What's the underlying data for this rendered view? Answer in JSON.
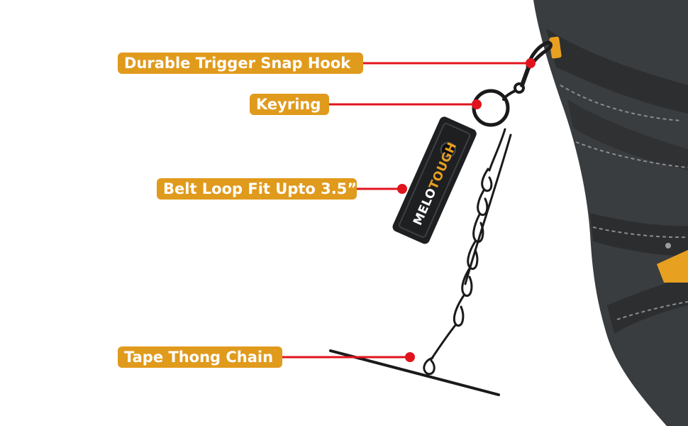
{
  "colors": {
    "label_bg": "#e09a1c",
    "leader_line": "#e0141d",
    "bag_fabric": "#3a3d3f",
    "bag_trim": "#e8a020",
    "hardware": "#1c1c1e"
  },
  "callouts": [
    {
      "text": "Durable Trigger Snap Hook"
    },
    {
      "text": "Keyring"
    },
    {
      "text": "Belt Loop Fit Upto 3.5”"
    },
    {
      "text": "Tape Thong Chain"
    }
  ],
  "brand_text": "MELOTOUGH"
}
